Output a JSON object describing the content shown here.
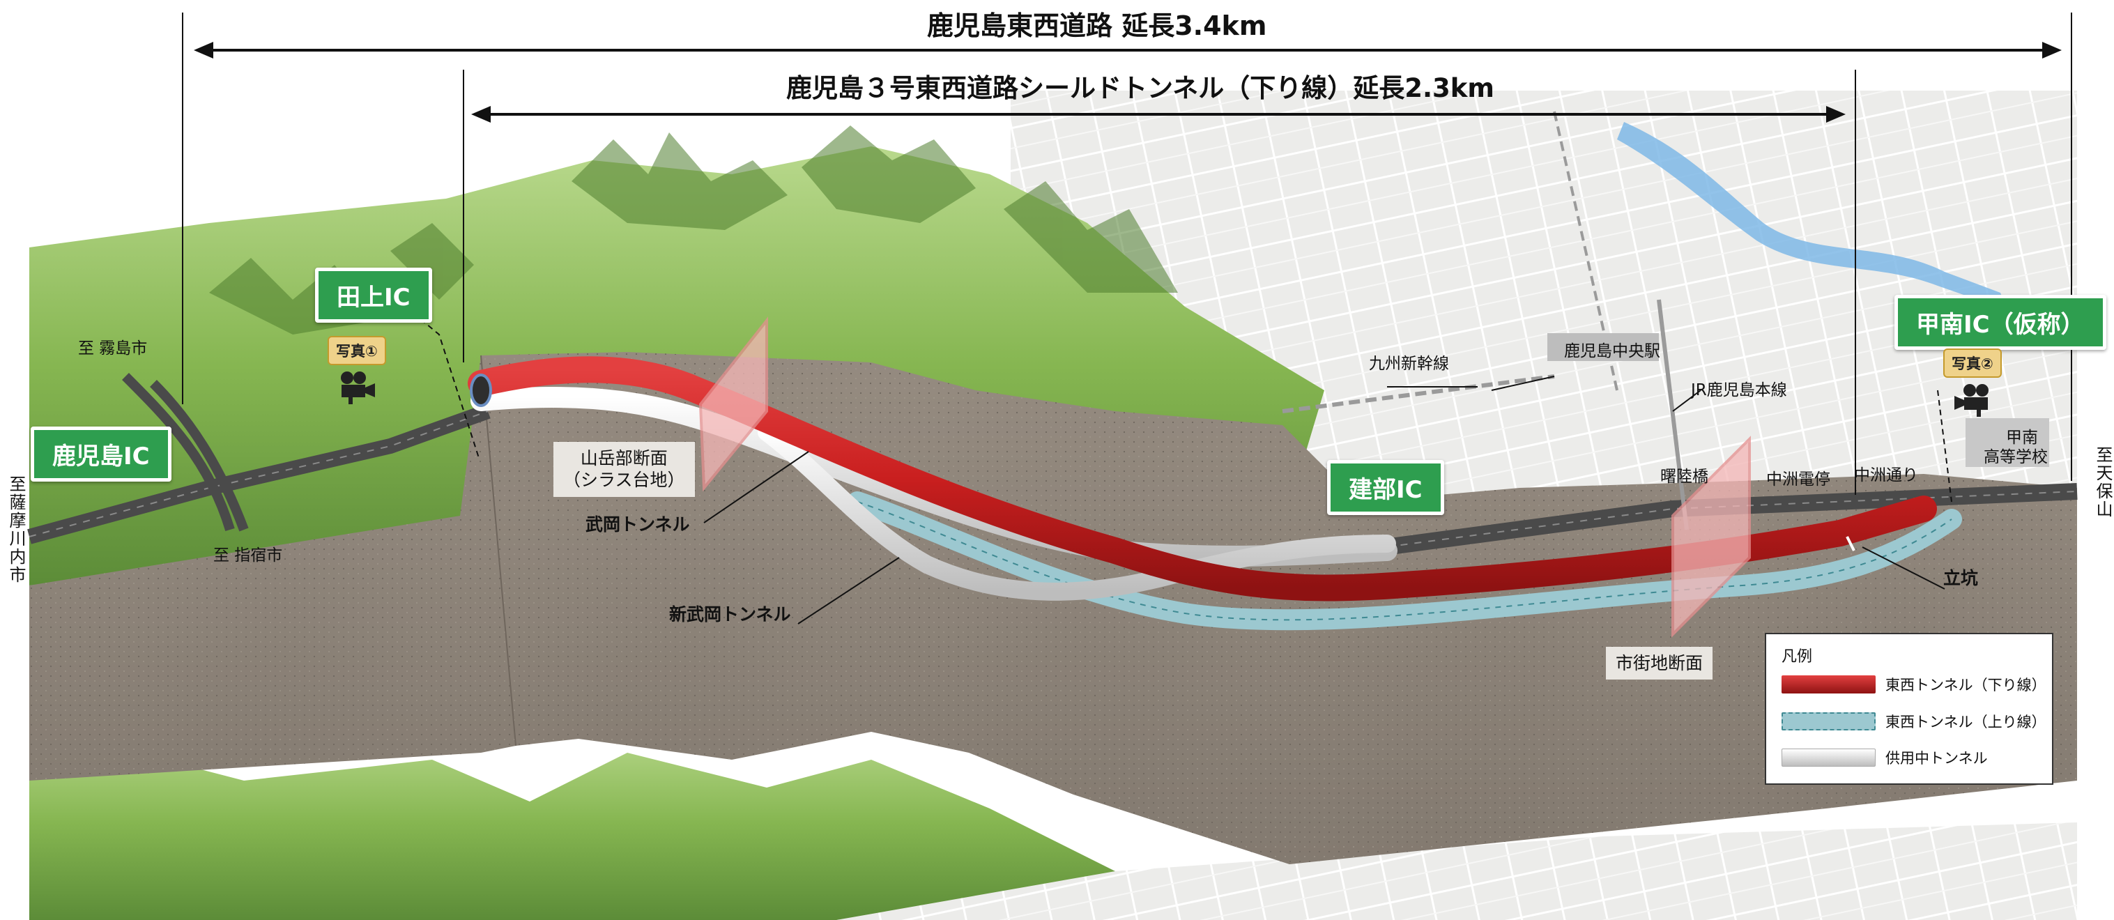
{
  "title_total": "鹿児島東西道路 延長3.4km",
  "title_tunnel": "鹿児島３号東西道路シールドトンネル（下り線）延長2.3km",
  "ic_labels": {
    "kagoshima": "鹿児島IC",
    "tagami": "田上IC",
    "takebe": "建部IC",
    "konan": "甲南IC（仮称）"
  },
  "photo_tags": [
    "写真①",
    "写真②"
  ],
  "destinations": {
    "kirishima": "至 霧島市",
    "ibusuki": "至 指宿市",
    "satsumasendai": "至薩摩川内市",
    "amakusa": "至天保山"
  },
  "tunnel_names": {
    "takeoka": "武岡トンネル",
    "shintakeoka": "新武岡トンネル",
    "shaft": "立坑"
  },
  "section_labels": {
    "mountain": [
      "山岳部断面",
      "（シラス台地）"
    ],
    "urban": "市街地断面"
  },
  "places": {
    "shinkansen": "九州新幹線",
    "station": "鹿児島中央駅",
    "jr_line": "JR鹿児島本線",
    "akebonobashi": "曙陸橋",
    "streetcar": "中洲電停",
    "nakasu_dori": "中洲通り",
    "school": [
      "甲南",
      "高等学校"
    ]
  },
  "legend": {
    "title": "凡例",
    "items": [
      {
        "label": "東西トンネル（下り線）",
        "color": "#d42a2a"
      },
      {
        "label": "東西トンネル（上り線）",
        "color": "#9cc8d0"
      },
      {
        "label": "供用中トンネル",
        "color": "#e4e4e4"
      }
    ]
  },
  "colors": {
    "ic_green": "#2e9e4f",
    "ground": "#8e857b",
    "mountain": "#7fb24a",
    "city": "#e7e7e5",
    "river": "#7fb8e6",
    "down_line": "#d42a2a",
    "up_line": "#9cc8d0",
    "existing": "#e4e4e4"
  }
}
